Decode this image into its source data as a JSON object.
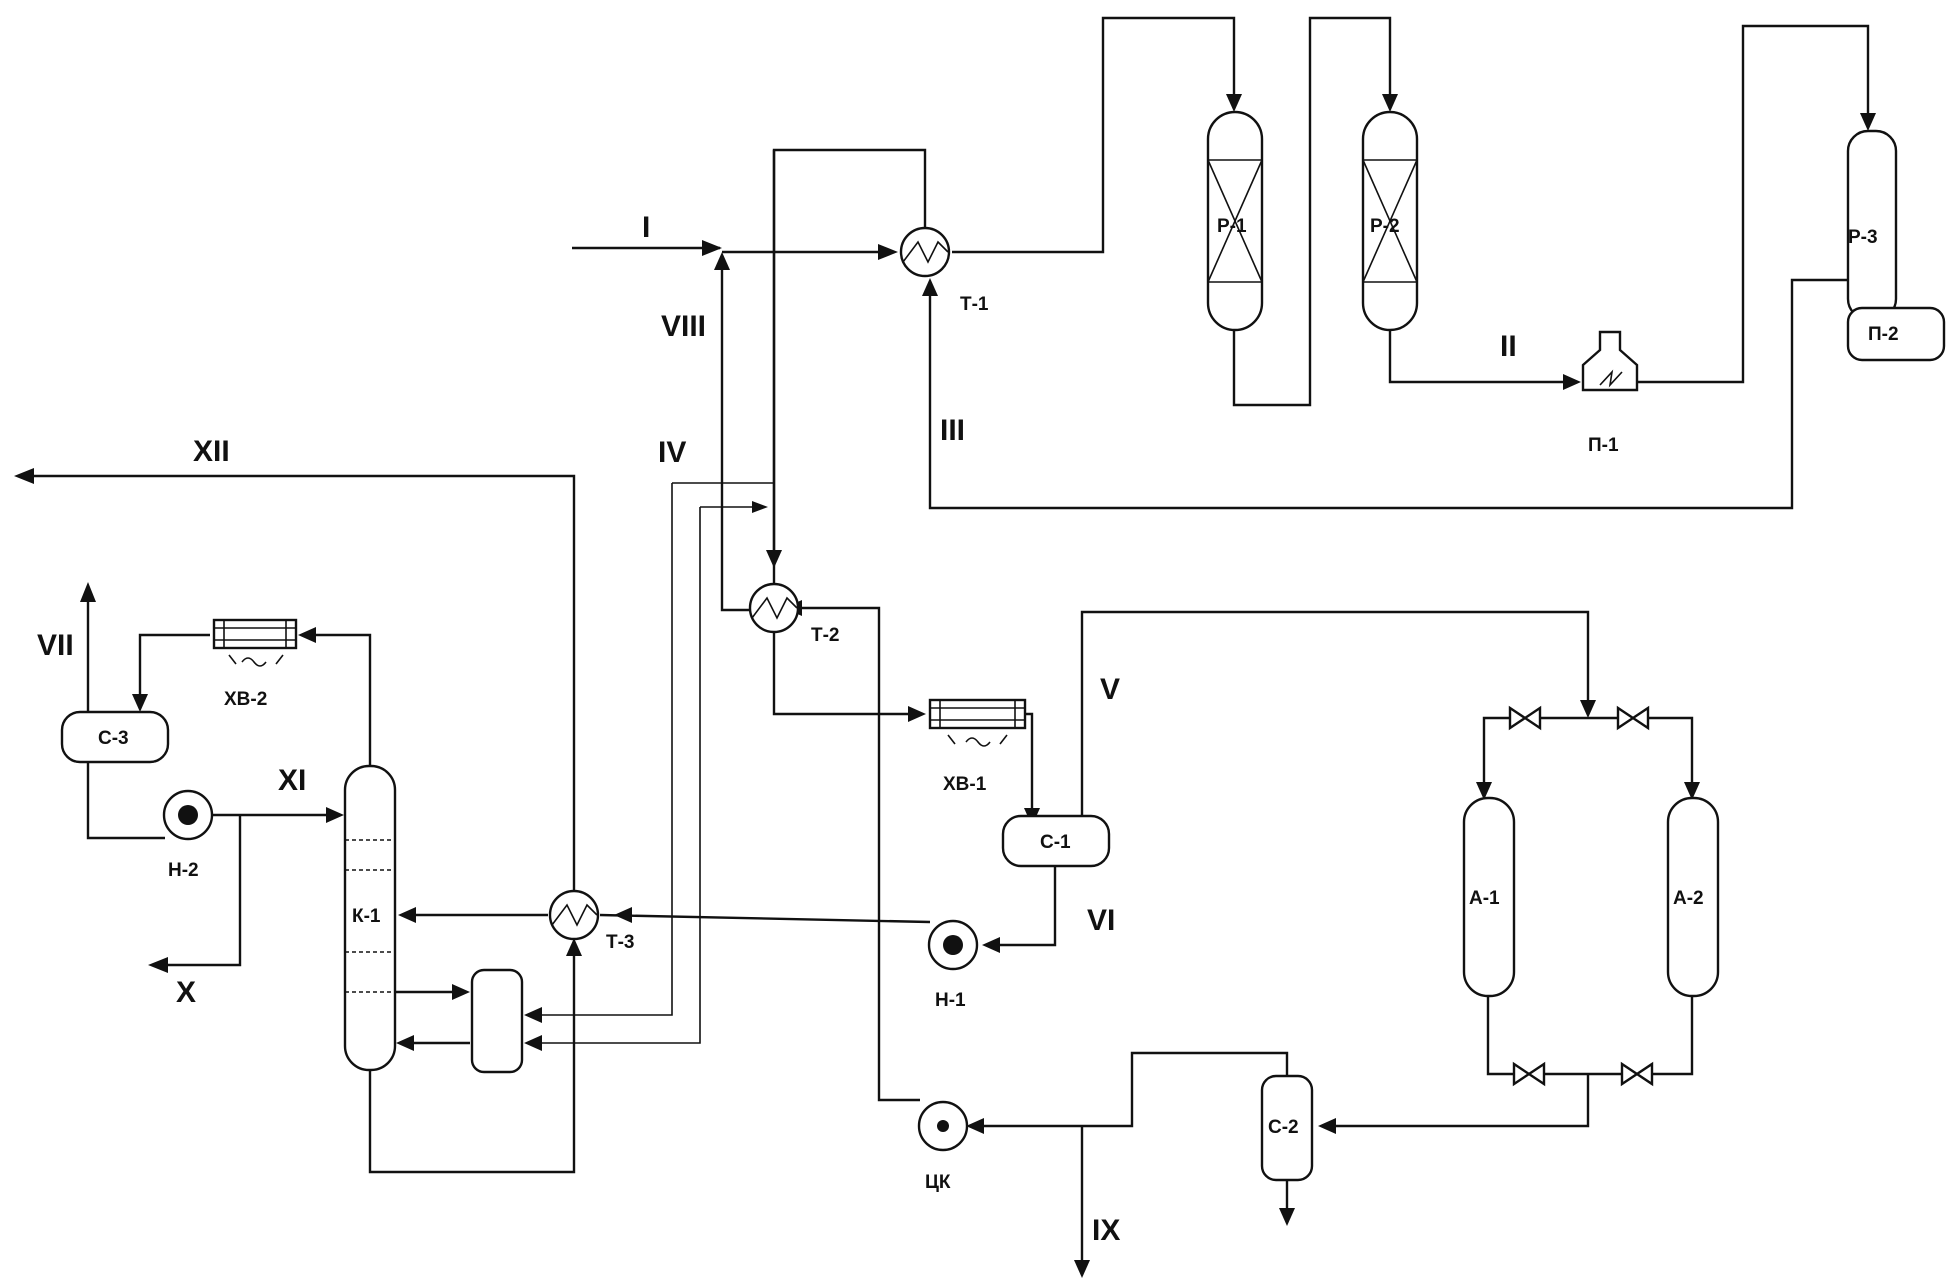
{
  "streams": {
    "I": "I",
    "II": "II",
    "III": "III",
    "IV": "IV",
    "V": "V",
    "VI": "VI",
    "VII": "VII",
    "VIII": "VIII",
    "IX": "IX",
    "X": "X",
    "XI": "XI",
    "XII": "XII"
  },
  "equipment": {
    "R1": "Р-1",
    "R2": "Р-2",
    "R3": "Р-3",
    "P1": "П-1",
    "P2": "П-2",
    "T1": "Т-1",
    "T2": "Т-2",
    "T3": "Т-3",
    "XV1": "ХВ-1",
    "XV2": "ХВ-2",
    "C1": "С-1",
    "C2": "С-2",
    "C3": "С-3",
    "A1": "А-1",
    "A2": "А-2",
    "K1": "К-1",
    "N1": "Н-1",
    "N2": "Н-2",
    "CK": "ЦК"
  }
}
